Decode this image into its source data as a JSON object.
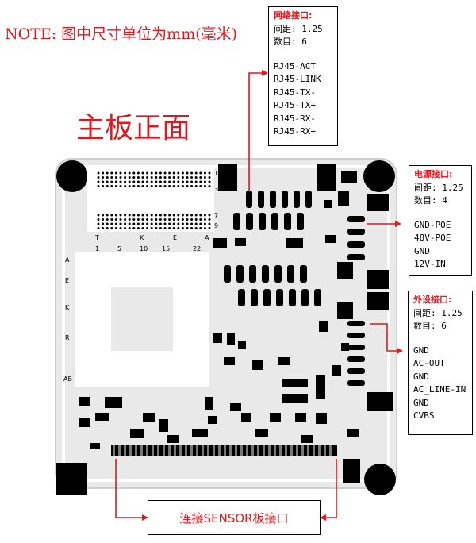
{
  "note": "NOTE: 图中尺寸单位为mm(毫米)",
  "title": "主板正面",
  "network": {
    "heading": "网络接口:",
    "pitch": "间距: 1.25",
    "count": "数目: 6",
    "pins": [
      "RJ45-ACT",
      "RJ45-LINK",
      "RJ45-TX-",
      "RJ45-TX+",
      "RJ45-RX-",
      "RJ45-RX+"
    ]
  },
  "power": {
    "heading": "电源接口:",
    "pitch": "间距: 1.25",
    "count": "数目: 4",
    "pins": [
      "GND-POE",
      "48V-POE",
      "GND",
      "12V-IN"
    ]
  },
  "peripheral": {
    "heading": "外设接口:",
    "pitch": "间距: 1.25",
    "count": "数目: 6",
    "pins": [
      "GND",
      "AC-OUT",
      "GND",
      "AC_LINE-IN",
      "GND",
      "CVBS"
    ]
  },
  "sensor_label": "连接SENSOR板接口",
  "board": {
    "row_labels_top": [
      "1",
      "3",
      "7",
      "9"
    ],
    "col_labels": [
      "T",
      "K",
      "E",
      "A"
    ],
    "col_numbers": [
      "1",
      "5",
      "10",
      "15",
      "22"
    ],
    "side_labels": [
      "A",
      "E",
      "K",
      "R",
      "AB"
    ]
  },
  "colors": {
    "accent": "#e8141c",
    "board": "#ebebeb",
    "component": "#000000"
  }
}
